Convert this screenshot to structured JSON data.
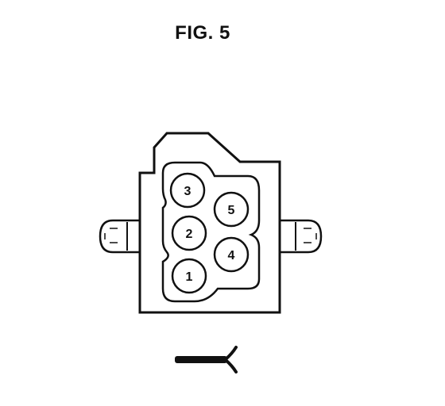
{
  "figure": {
    "title": "FIG. 5"
  },
  "connector": {
    "pins": [
      {
        "id": "pin-3",
        "label": "3"
      },
      {
        "id": "pin-5",
        "label": "5"
      },
      {
        "id": "pin-2",
        "label": "2"
      },
      {
        "id": "pin-4",
        "label": "4"
      },
      {
        "id": "pin-1",
        "label": "1"
      }
    ]
  },
  "icons": {
    "wire_harness": "wire-icon"
  },
  "colors": {
    "ink": "#111111",
    "background": "#ffffff"
  }
}
